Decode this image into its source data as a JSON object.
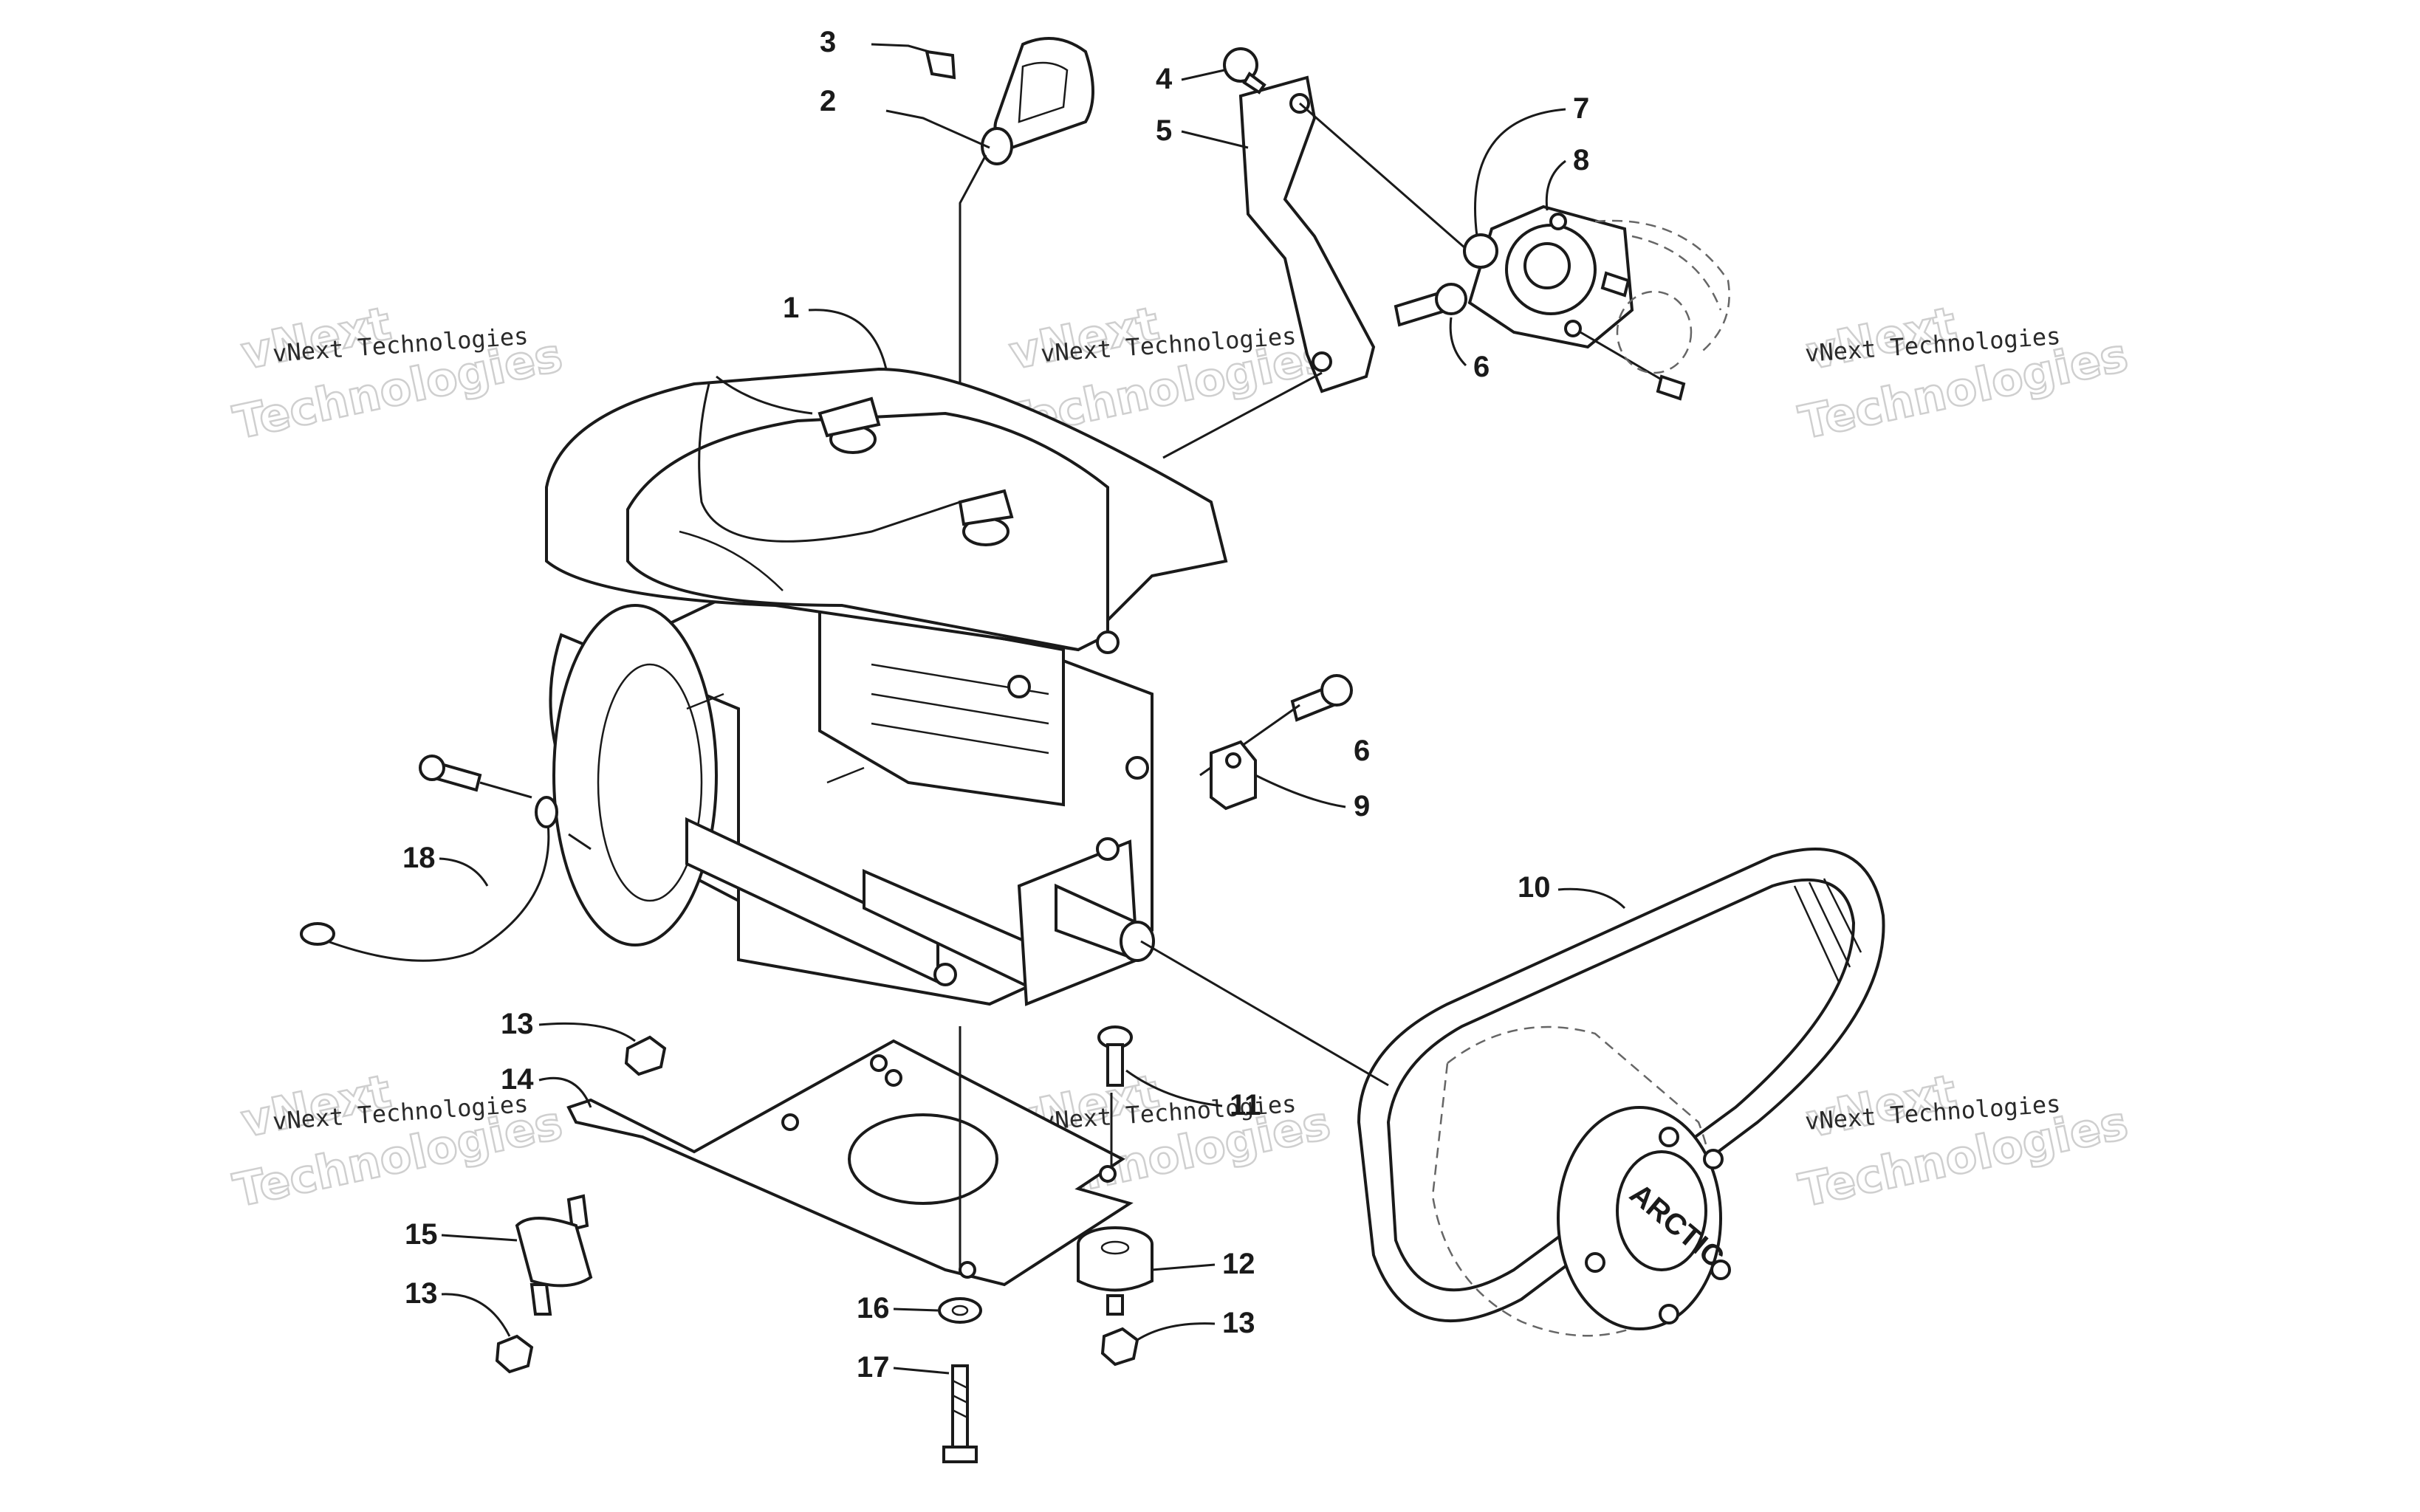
{
  "watermark": {
    "brand": "vNext",
    "line1": "vNext Technologies",
    "line2": "Technologies"
  },
  "belt_marking": "ARCTIC",
  "callouts": {
    "c1": "1",
    "c2": "2",
    "c3": "3",
    "c4": "4",
    "c5": "5",
    "c6a": "6",
    "c6b": "6",
    "c7": "7",
    "c8": "8",
    "c9": "9",
    "c10": "10",
    "c11": "11",
    "c12": "12",
    "c13a": "13",
    "c13b": "13",
    "c13c": "13",
    "c14": "14",
    "c15": "15",
    "c16": "16",
    "c17": "17",
    "c18": "18"
  }
}
